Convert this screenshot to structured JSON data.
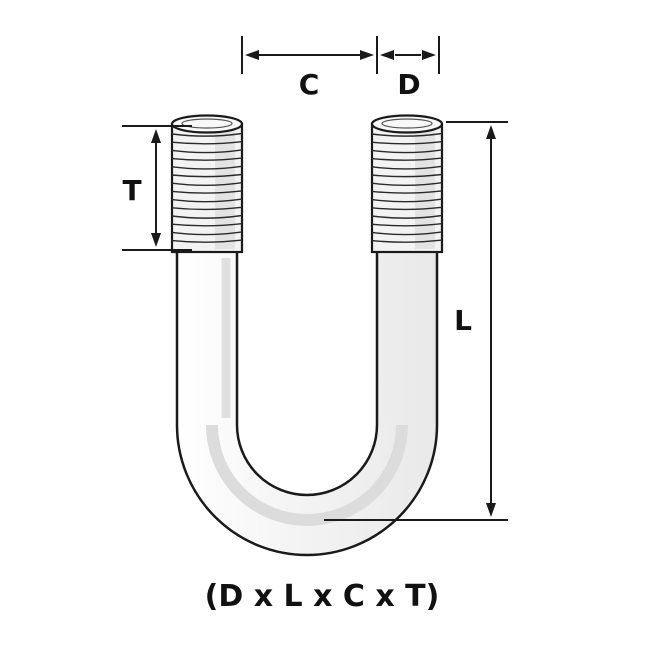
{
  "diagram": {
    "dimension_labels": {
      "c": "C",
      "d": "D",
      "t": "T",
      "l": "L"
    },
    "caption": "(D x L x C x T)",
    "line_color": "#1a1a1a",
    "thread_line_color": "#2a2a2a",
    "shading_color": "#dcdcdc"
  }
}
